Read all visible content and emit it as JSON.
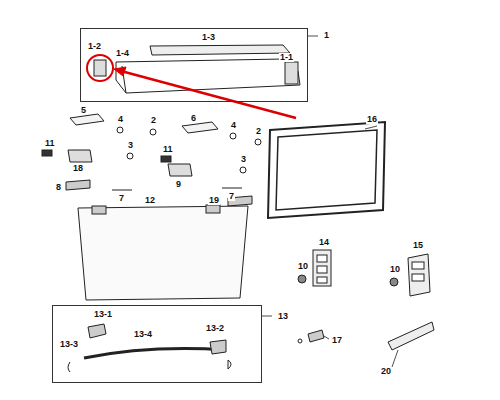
{
  "diagram": {
    "nodes": [
      {
        "text": [
          "1",
          "1-3",
          "1-2",
          "1-4",
          "1-1"
        ]
      },
      {
        "text": [
          "13",
          "13-1",
          "13-3",
          "13-4",
          "13-2"
        ]
      }
    ],
    "edges": [],
    "labels": [
      "16",
      "5",
      "4",
      "2",
      "6",
      "4",
      "2",
      "11",
      "3",
      "11",
      "3",
      "18",
      "7",
      "9",
      "7",
      "8",
      "19",
      "12",
      "14",
      "15",
      "10",
      "10",
      "17",
      "20"
    ]
  }
}
